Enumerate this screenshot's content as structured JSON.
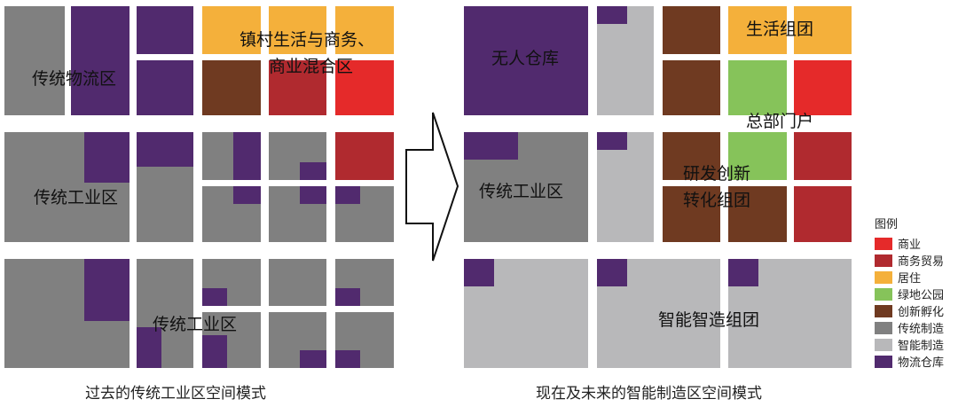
{
  "colors": {
    "commerce": "#e52a2a",
    "business_trade": "#b02a2f",
    "residential": "#f4b03b",
    "green_park": "#86c35a",
    "innovation": "#6f3a21",
    "traditional_mfg": "#808080",
    "smart_mfg": "#b8b8ba",
    "logistics": "#512a6e"
  },
  "left": {
    "caption": "过去的传统工业区空间模式",
    "labels": {
      "logistics_zone": "传统物流区",
      "mixed_zone_line1": "镇村生活与商务、",
      "mixed_zone_line2": "商业混合区",
      "industry_zone_1": "传统工业区",
      "industry_zone_2": "传统工业区"
    }
  },
  "right": {
    "caption": "现在及未来的智能制造区空间模式",
    "labels": {
      "warehouse": "无人仓库",
      "living": "生活组团",
      "hq": "总部门户",
      "rd_line1": "研发创新",
      "rd_line2": "转化组团",
      "industry_zone": "传统工业区",
      "smart_cluster": "智能智造组团"
    }
  },
  "legend": {
    "title": "图例",
    "items": [
      {
        "label": "商业",
        "color_key": "commerce"
      },
      {
        "label": "商务贸易",
        "color_key": "business_trade"
      },
      {
        "label": "居住",
        "color_key": "residential"
      },
      {
        "label": "绿地公园",
        "color_key": "green_park"
      },
      {
        "label": "创新孵化",
        "color_key": "innovation"
      },
      {
        "label": "传统制造",
        "color_key": "traditional_mfg"
      },
      {
        "label": "智能制造",
        "color_key": "smart_mfg"
      },
      {
        "label": "物流仓库",
        "color_key": "logistics"
      }
    ]
  },
  "arrow": {
    "icon": "right-arrow-icon"
  }
}
